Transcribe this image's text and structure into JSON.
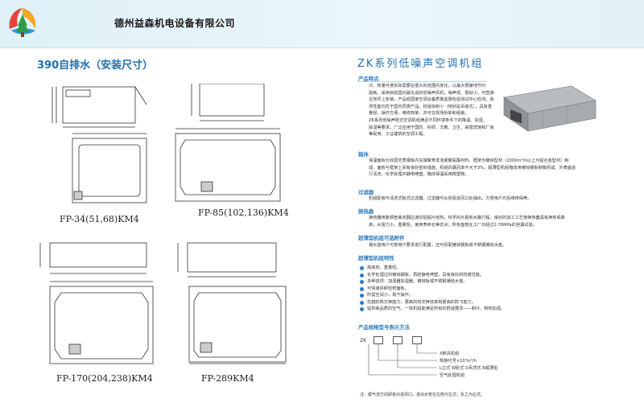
{
  "header": {
    "company": "德州益森机电设备有限公司"
  },
  "left": {
    "title": "390自排水（安装尺寸）",
    "captions": [
      "FP-34(51,68)KM4",
      "FP-85(102,136)KM4",
      "FP-170(204,238)KM4",
      "FP-289KM4"
    ]
  },
  "right": {
    "title": "ZK系列低噪声空调机组",
    "sections": {
      "features": "产品特点",
      "casing": "箱体",
      "filter": "过滤器",
      "coil": "换热器",
      "options": "超薄型机组可选附件",
      "ultra": "超薄型机组特性",
      "model": "产品规格型号表示方法"
    },
    "features_text": [
      "冷、热量可按实际需要在很大的范围内变化，以最大限度地节约",
      "能耗。采用目前国内最先进的低噪声风机，噪声低、振动小、可直接",
      "在地坪上安装。产品经国家空调设备质量监督检验测试中心检测，各",
      "项性能均优于国内同类产品。机组体积小（特别是吊装式），具有重",
      "量轻、操作方便、维修简单，并可在现场拆卸和组装。",
      "ZK系列低噪声柜式空调机组满足不同环境条件下的降温、加湿、",
      "除湿等要求。广泛应用于国防、科研、文教、卫生、高层宾馆和厂房",
      "等民用、工业建筑的空调工程。"
    ],
    "casing_text": [
      "保温面板为双层优质钢板内充填聚苯发泡或聚氨酯材料，框架为镀锌型材（2000m³/h以上为铝合金型材）制",
      "成，面板与框架上间有良好密封措施，机组的漏风率不大于3%。超薄型机组箱体用镀锌钢板制衡而成。外表面进",
      "行清洗、化学处理并静电喷塑。箱体保温采用橡塑棉。"
    ],
    "filter_text": "机组配有可清洗式板式过滤器。过滤器可从机组进风口处抽出，方便用户日后维修保养。",
    "coil_text": [
      "换热器用紫铜管串双翻边波纹铝翅片结构，科学的片距和水路行程，良好的加工工艺使换热器具有换热系数",
      "高，水阻力小，重量轻，使用寿命长等优点；所有盘管在工厂均经过2.76MPa的泄漏试验。"
    ],
    "options_text": "凝水盘用户可按用户要求进行配置，还可另配镀锌钢板或不锈钢凝结水盘。",
    "bullets": [
      "高底低，重量轻。",
      "化学处理过的镀锌钢板，再经静电喷塑，具有良好的防腐性能。",
      "多种选项：加湿器加湿器、镀锌板或不锈钢凝结水盘。",
      "可快速拆卸检修面板。",
      "所需空间小，易于操作。",
      "优越的热交换能力，更高的热交换效率和更高的防飞能力。",
      "提供高品质的空气，一体机组能满足所有的舒适要求——制冷、制热加湿。"
    ],
    "model": {
      "prefix": "ZK",
      "legend": [
        "X新风机组",
        "规格代号×10³m³/h",
        "L立式  W卧式  D吊顶式  B超薄型",
        "空气处理机组"
      ],
      "note": "注：顺气流方向即看对进风口，进出水管在左侧为左式，反之为右式。"
    }
  },
  "colors": {
    "header_bg": "#e3f2f8",
    "accent_blue": "#1f6fb0",
    "section_blue": "#2c7cc2"
  }
}
